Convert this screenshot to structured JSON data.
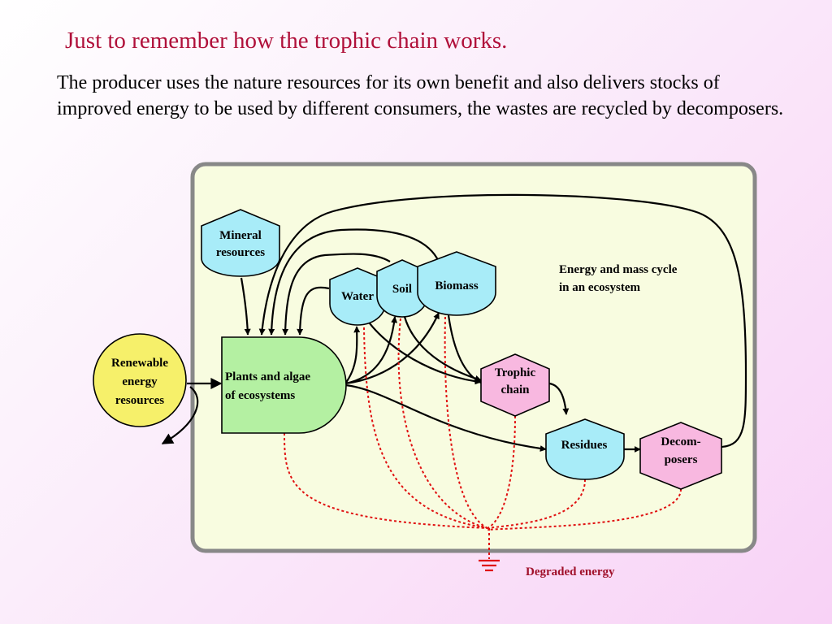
{
  "slide": {
    "title": "Just to remember how the trophic chain works.",
    "body": "The producer uses the nature resources for its own benefit and also delivers stocks of improved energy to be used by different consumers, the wastes are recycled by decomposers."
  },
  "diagram": {
    "caption_line1": "Energy and mass cycle",
    "caption_line2": "in an ecosystem",
    "nodes": {
      "renewable": {
        "line1": "Renewable",
        "line2": "energy",
        "line3": "resources",
        "color": "#f6f06a"
      },
      "mineral": {
        "line1": "Mineral",
        "line2": "resources",
        "color": "#a8ecf8"
      },
      "water": {
        "label": "Water",
        "color": "#a8ecf8"
      },
      "soil": {
        "label": "Soil",
        "color": "#a8ecf8"
      },
      "biomass": {
        "label": "Biomass",
        "color": "#a8ecf8"
      },
      "plants": {
        "line1": "Plants and algae",
        "line2": "of ecosystems",
        "color": "#b4f0a2"
      },
      "trophic": {
        "line1": "Trophic",
        "line2": "chain",
        "color": "#f8b8e0"
      },
      "residues": {
        "label": "Residues",
        "color": "#a8ecf8"
      },
      "decomposers": {
        "line1": "Decom-",
        "line2": "posers",
        "color": "#f8b8e0"
      }
    },
    "degraded_energy": "Degraded energy",
    "colors": {
      "panel": "#f8fce0",
      "panel_border": "#888888",
      "flow": "#000000",
      "degraded_flow": "#e01010",
      "title": "#b0103a"
    }
  }
}
